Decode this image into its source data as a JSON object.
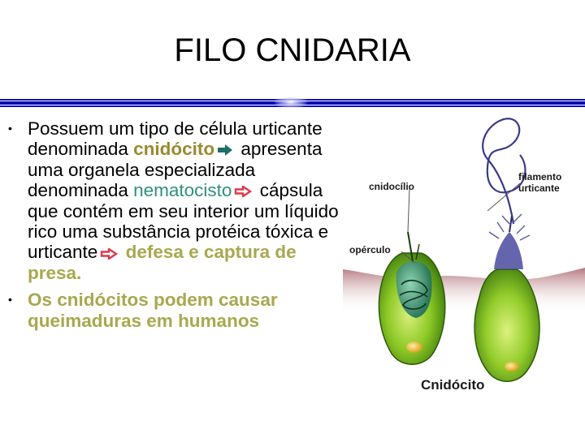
{
  "title": "FILO CNIDARIA",
  "bullet1": {
    "part1": "Possuem um tipo de célula urticante denominada",
    "kw_cnidocito": "cnidócito",
    "part2": "apresenta uma organela especializada denominada",
    "kw_nematocisto": "nematocisto",
    "part3": "cápsula que contém em seu interior um líquido rico uma substância protéica tóxica e urticante",
    "kw_defesa": "defesa e captura de presa."
  },
  "bullet2": {
    "text": "Os cnidócitos podem causar queimaduras em humanos"
  },
  "figure": {
    "label_cnidocilio": "cnidocílio",
    "label_filamento_1": "filamento",
    "label_filamento_2": "urticante",
    "label_operculo": "opérculo",
    "caption": "Cnidócito"
  },
  "colors": {
    "keyword_gold": "#9a8a2e",
    "keyword_teal": "#2f8f7f",
    "keyword_olive": "#a8a84e",
    "arrow_teal": "#1f6f63",
    "arrow_red": "#e0384a",
    "divider_blue": "#1010c0",
    "cell_green": "#7cc21a",
    "nucleus_yellow": "#e8d23a"
  }
}
